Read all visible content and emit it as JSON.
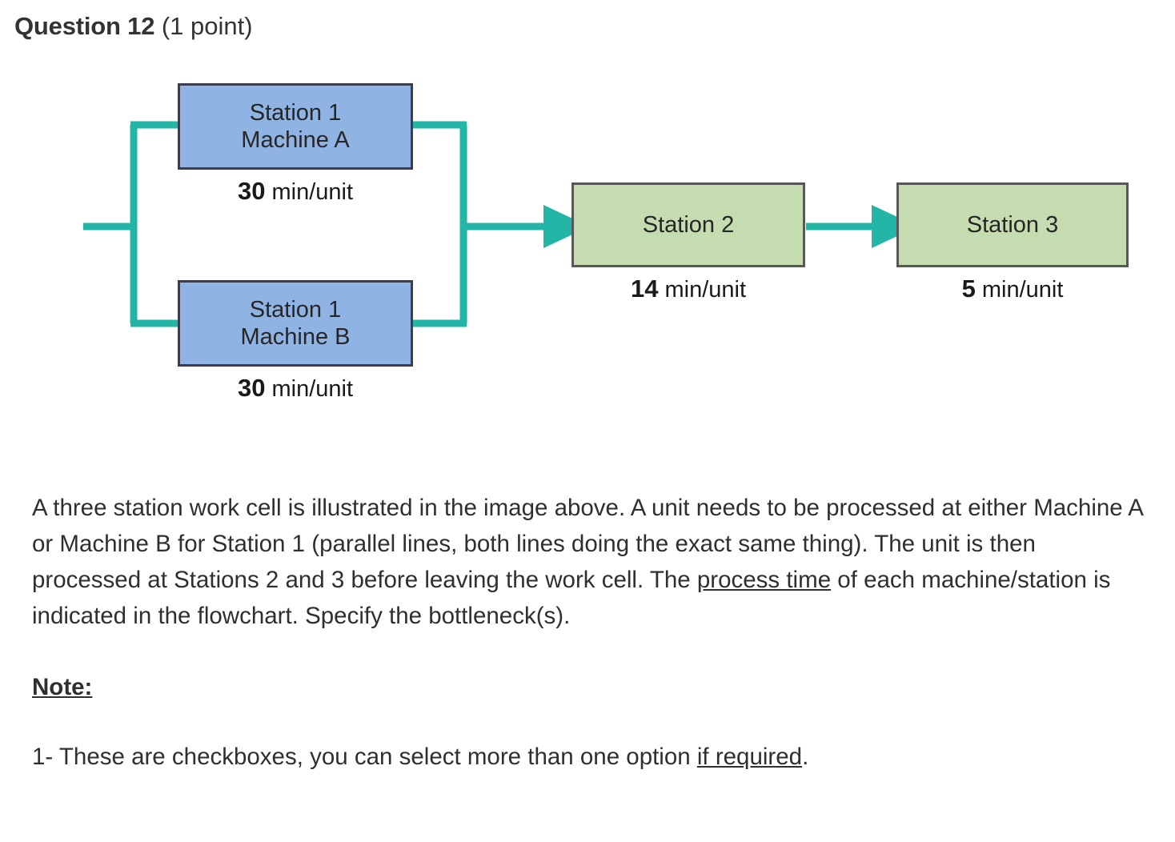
{
  "header": {
    "title": "Question 12",
    "points": "(1 point)"
  },
  "flowchart": {
    "nodes": [
      {
        "id": "station1-machine-a",
        "line1": "Station 1",
        "line2": "Machine A",
        "time_value": "30",
        "time_unit": "min/unit",
        "color": "#8FB4E3"
      },
      {
        "id": "station1-machine-b",
        "line1": "Station 1",
        "line2": "Machine B",
        "time_value": "30",
        "time_unit": "min/unit",
        "color": "#8FB4E3"
      },
      {
        "id": "station2",
        "line1": "Station 2",
        "line2": "",
        "time_value": "14",
        "time_unit": "min/unit",
        "color": "#C5DCB0"
      },
      {
        "id": "station3",
        "line1": "Station 3",
        "line2": "",
        "time_value": "5",
        "time_unit": "min/unit",
        "color": "#C5DCB0"
      }
    ],
    "connector_color": "#23B5A6",
    "border_color": "#4a4a4a"
  },
  "body": {
    "paragraph": {
      "seg1": "A three station work cell is illustrated in the image above. A unit needs to be processed at either Machine A or Machine B for Station 1 (parallel lines, both lines doing the exact same thing). The unit is then processed at Stations 2 and 3 before leaving the work cell. The ",
      "underlined": "process time",
      "seg2": " of each machine/station is indicated in the flowchart. Specify the bottleneck(s)."
    },
    "note_heading": "Note:",
    "note_1": {
      "seg1": "1- These are checkboxes, you can select more than one option ",
      "underlined": "if required",
      "seg2": "."
    }
  }
}
